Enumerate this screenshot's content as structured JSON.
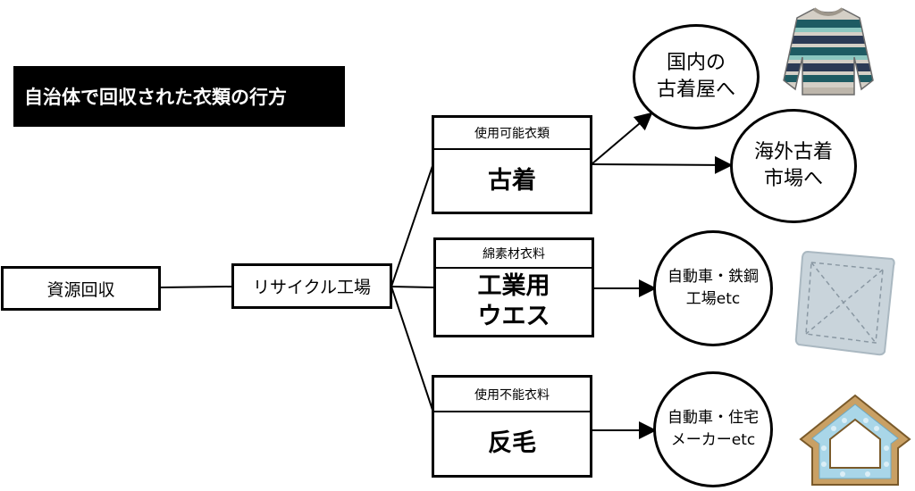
{
  "title": "自治体で回収された衣類の行方",
  "nodes": {
    "collect": "資源回収",
    "factory": "リサイクル工場",
    "usable": {
      "header": "使用可能衣類",
      "label": "古着"
    },
    "cotton": {
      "header": "綿素材衣料",
      "label": "工業用\nウエス"
    },
    "unusable": {
      "header": "使用不能衣料",
      "label": "反毛"
    }
  },
  "destinations": {
    "domestic": "国内の\n古着屋へ",
    "overseas": "海外古着\n市場へ",
    "steel": "自動車・鉄鋼\n工場etc",
    "housing": "自動車・住宅\nメーカーetc"
  },
  "icons": [
    "sweater-icon",
    "cloth-rag-icon",
    "insulated-house-icon"
  ]
}
